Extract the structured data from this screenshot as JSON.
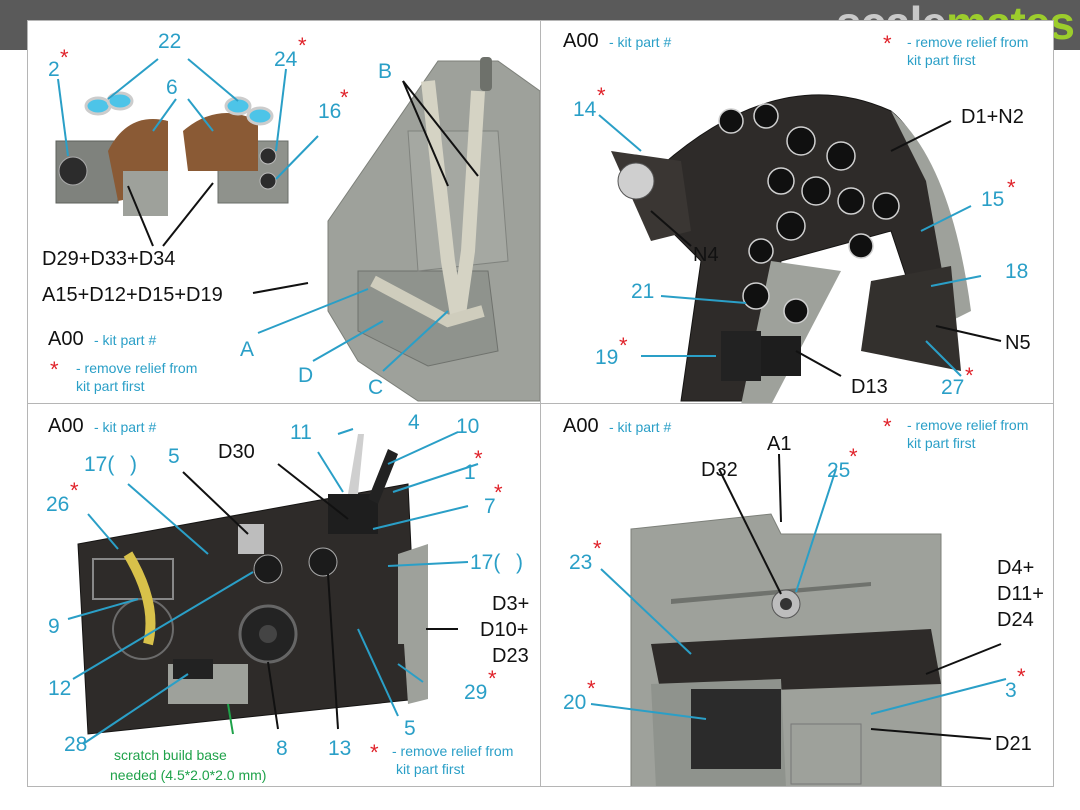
{
  "logo": {
    "part1": "scale",
    "part2": "mates"
  },
  "legend": {
    "kit_part_code": "A00",
    "kit_part_text": "- kit part #",
    "remove_text_1": "- remove relief from",
    "remove_text_2": "kit part first",
    "remove_text_line2": "kit part first"
  },
  "q1": {
    "labels": {
      "n2": "2",
      "n22": "22",
      "n24": "24",
      "n6": "6",
      "n16": "16",
      "d29": "D29+D33+D34",
      "a15": "A15+D12+D15+D19",
      "B": "B",
      "A": "A",
      "D": "D",
      "C": "C"
    }
  },
  "q2": {
    "labels": {
      "n14": "14",
      "d1": "D1+N2",
      "n15": "15",
      "n4": "N4",
      "n18": "18",
      "n21": "21",
      "n5": "N5",
      "n19": "19",
      "d13": "D13",
      "n27": "27"
    }
  },
  "q3": {
    "labels": {
      "n4": "4",
      "n10": "10",
      "n11": "11",
      "d30": "D30",
      "n5a": "5",
      "n1": "1",
      "n17a": "17(",
      "n17b": "17(",
      "paren_close": ")",
      "n7": "7",
      "n26": "26",
      "n9": "9",
      "d3": "D3+",
      "d10": "D10+",
      "d23": "D23",
      "n12": "12",
      "n29": "29",
      "n5b": "5",
      "n28": "28",
      "n8": "8",
      "n13": "13",
      "scratch1": "scratch build base",
      "scratch2": "needed (4.5*2.0*2.0 mm)"
    }
  },
  "q4": {
    "labels": {
      "a1": "A1",
      "d32": "D32",
      "n25": "25",
      "n23": "23",
      "d4": "D4+",
      "d11": "D11+",
      "d24": "D24",
      "n3": "3",
      "n20": "20",
      "d21": "D21"
    }
  },
  "colors": {
    "blue": "#2a9fc7",
    "red": "#e0222a",
    "grey_resin": "#9ea19b",
    "dark_panel": "#2e2b29",
    "green": "#1fa24a"
  }
}
